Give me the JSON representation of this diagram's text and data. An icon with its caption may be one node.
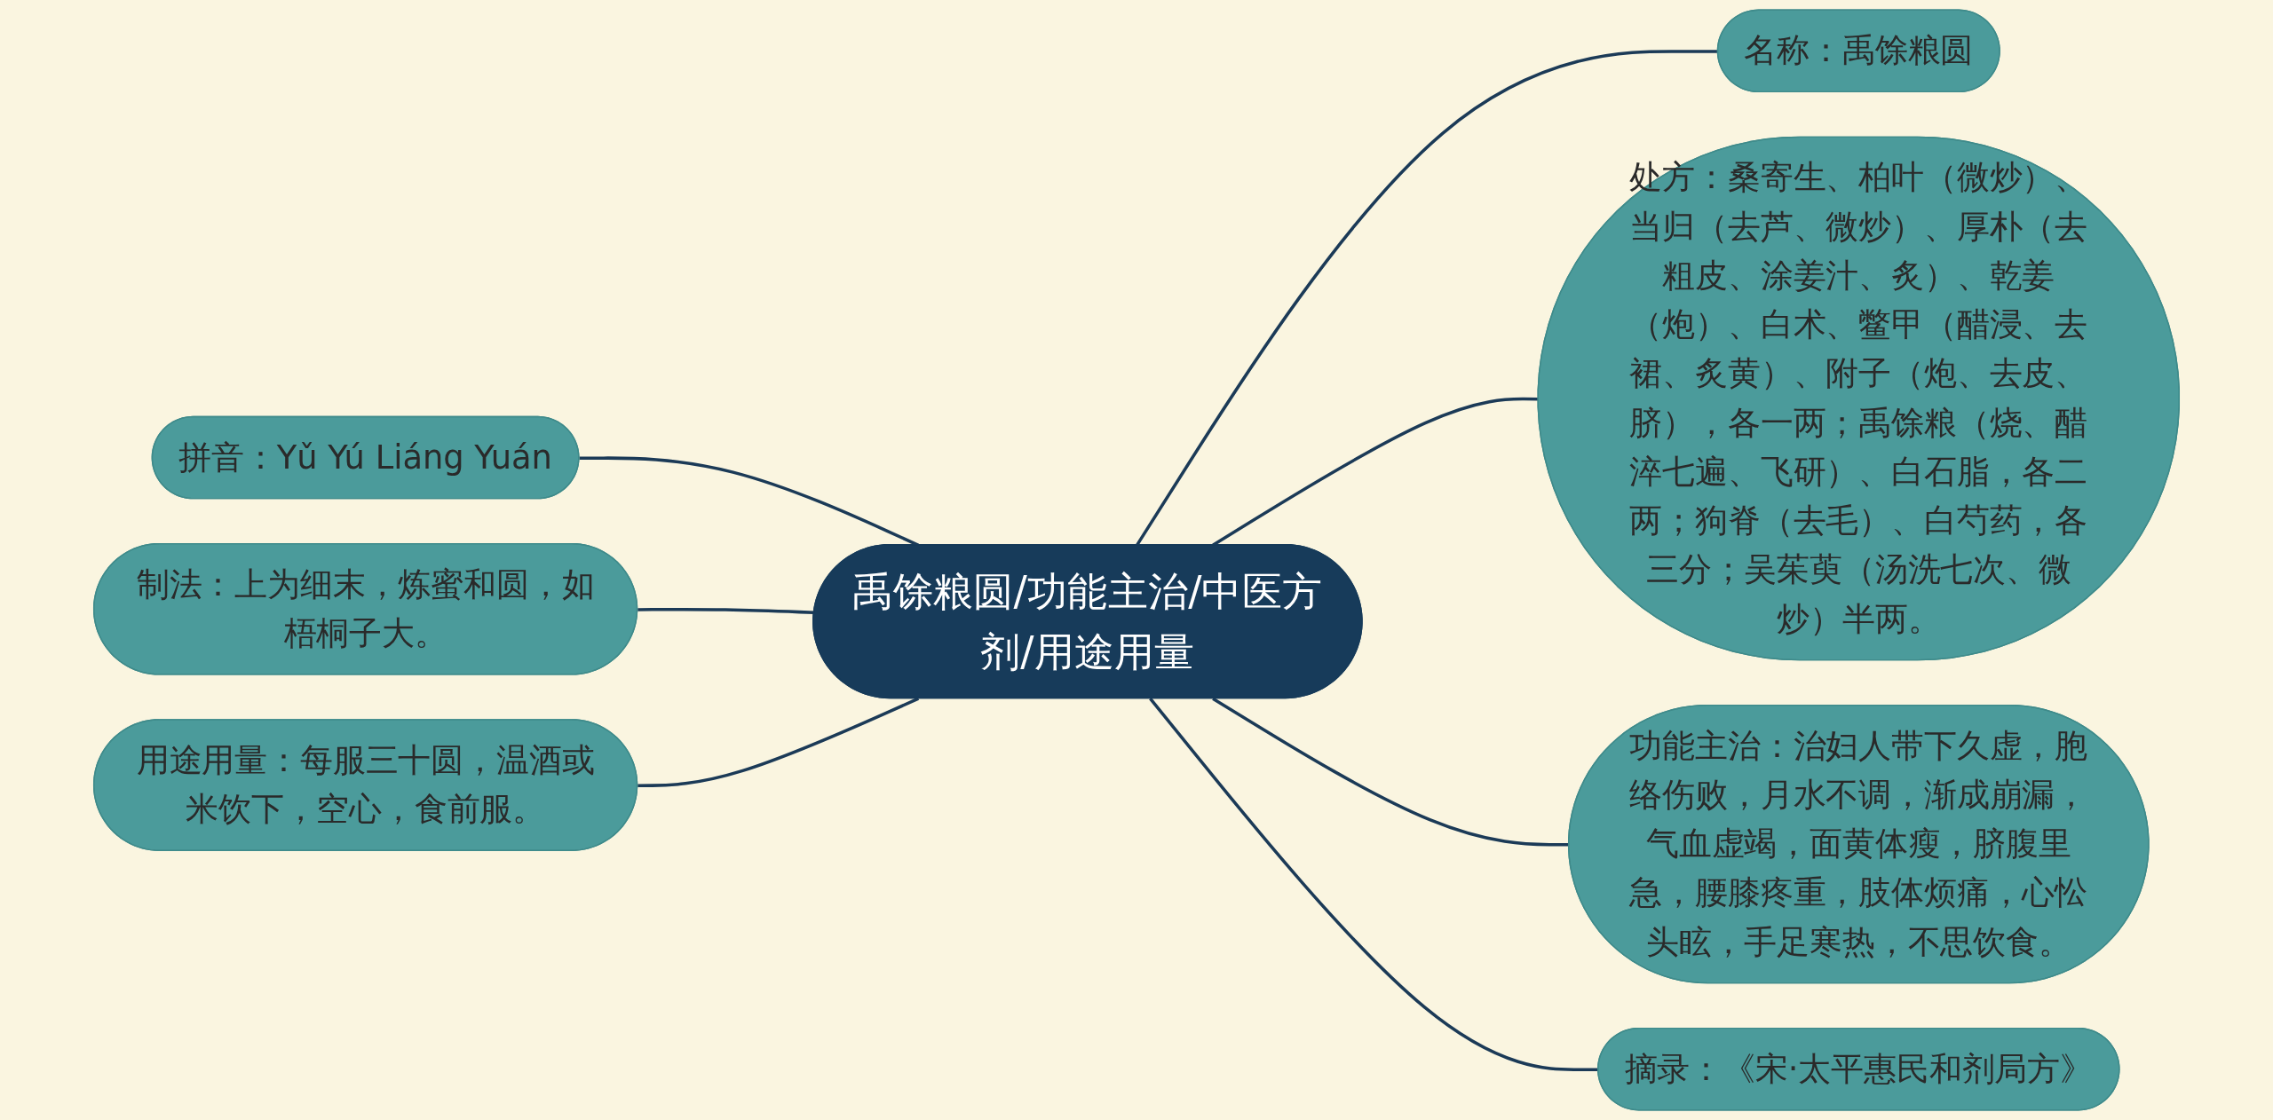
{
  "diagram": {
    "nodes": [
      {
        "text": [
          "禹馀粮圆/功能主治/中医方剂/用途用量"
        ]
      },
      {
        "text": [
          "名称：禹馀粮圆"
        ]
      },
      {
        "text": [
          "处方：桑寄生、柏叶（微炒）、当归（去芦、微炒）、厚朴（去粗皮、涂姜汁、炙）、乾姜（炮）、白术、鳖甲（醋浸、去裙、炙黄）、附子（炮、去皮、脐），各一两；禹馀粮（烧、醋淬七遍、飞研）、白石脂，各二两；狗脊（去毛）、白芍药，各三分；吴茱萸（汤洗七次、微炒）半两。"
        ]
      },
      {
        "text": [
          "功能主治：治妇人带下久虚，胞络伤败，月水不调，渐成崩漏，气血虚竭，面黄体瘦，脐腹里急，腰膝疼重，肢体烦痛，心忪头眩，手足寒热，不思饮食。"
        ]
      },
      {
        "text": [
          "摘录：《宋·太平惠民和剂局方》"
        ]
      },
      {
        "text": [
          "拼音：Yǔ Yú Liáng Yuán"
        ]
      },
      {
        "text": [
          "制法：上为细末，炼蜜和圆，如梧桐子大。"
        ]
      },
      {
        "text": [
          "用途用量：每服三十圆，温酒或米饮下，空心，食前服。"
        ]
      }
    ],
    "edges": [
      {
        "from": 0,
        "to": 1,
        "arrow": "none"
      },
      {
        "from": 0,
        "to": 2,
        "arrow": "none"
      },
      {
        "from": 0,
        "to": 3,
        "arrow": "none"
      },
      {
        "from": 0,
        "to": 4,
        "arrow": "none"
      },
      {
        "from": 5,
        "to": 0,
        "arrow": "none"
      },
      {
        "from": 6,
        "to": 0,
        "arrow": "none"
      },
      {
        "from": 7,
        "to": 0,
        "arrow": "none"
      }
    ]
  }
}
